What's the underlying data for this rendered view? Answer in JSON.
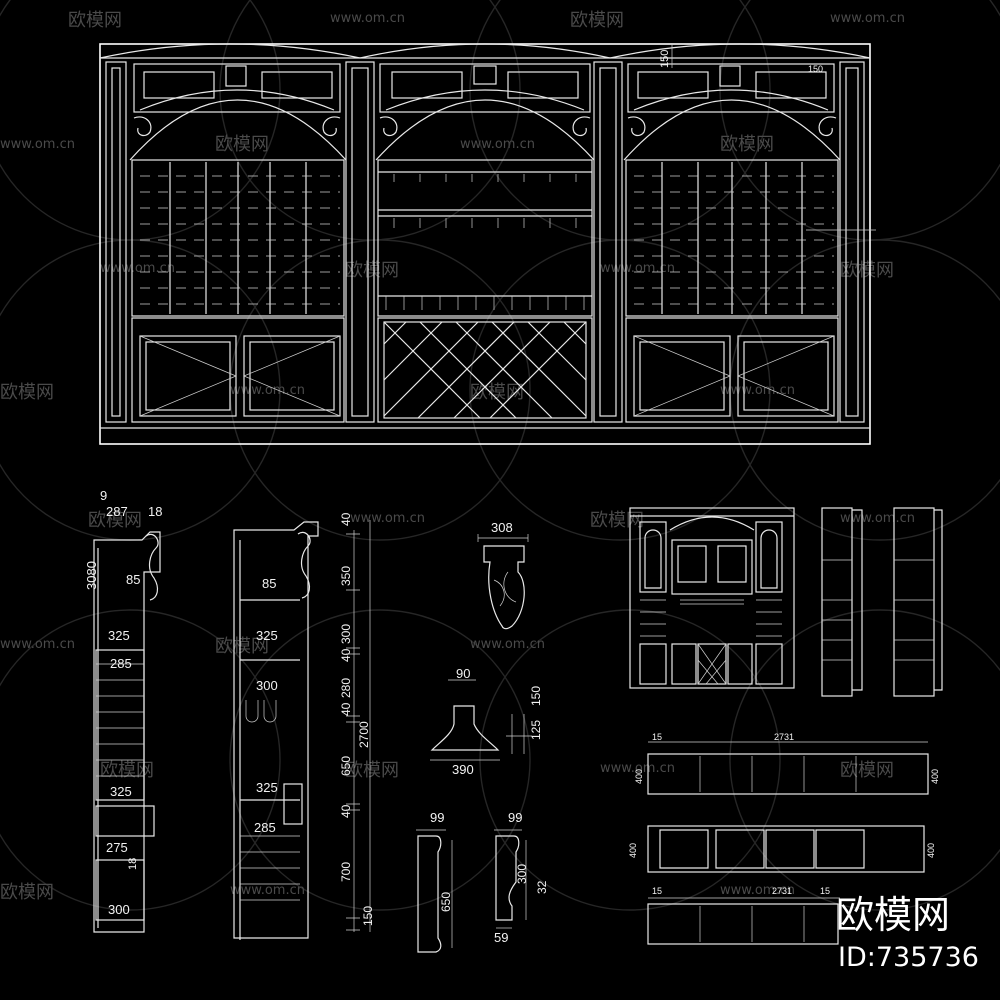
{
  "watermark": {
    "brand": "欧模网",
    "site": "www.om.cn"
  },
  "badge": {
    "brand": "欧模网",
    "id": "ID:735736"
  },
  "elevation": {
    "dim_top": "150",
    "label_right": "",
    "dim_150b": "150"
  },
  "section_left": {
    "dims": [
      "9",
      "287",
      "18",
      "3080",
      "85",
      "325",
      "285",
      "325",
      "275",
      "18",
      "300"
    ]
  },
  "section_mid": {
    "title": "",
    "dims_left": [
      "85",
      "325",
      "300",
      "325",
      "285"
    ],
    "dims_right": [
      "40",
      "350",
      "300",
      "40",
      "280",
      "40",
      "2700",
      "650",
      "40",
      "700",
      "150"
    ]
  },
  "detail_bracket": {
    "dim_top": "308"
  },
  "detail_crown": {
    "title": "",
    "dims": [
      "90",
      "125",
      "150",
      "390"
    ],
    "caption": ""
  },
  "detail_profiles": {
    "dims": [
      "99",
      "650",
      "99",
      "300",
      "32",
      "59"
    ]
  },
  "plans": {
    "dims_a": [
      "15",
      "2731",
      "400",
      "400"
    ],
    "dims_b": [
      "400",
      "400"
    ],
    "dims_c": [
      "15",
      "2731",
      "15"
    ]
  }
}
